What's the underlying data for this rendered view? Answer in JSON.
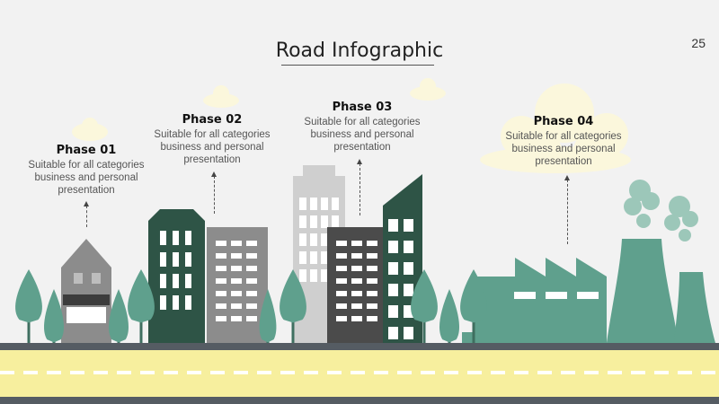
{
  "slide": {
    "title": "Road Infographic",
    "page_number": "25"
  },
  "phases": [
    {
      "title": "Phase 01",
      "description": "Suitable for all categories business and personal presentation"
    },
    {
      "title": "Phase 02",
      "description": "Suitable for all categories business and personal presentation"
    },
    {
      "title": "Phase 03",
      "description": "Suitable for all categories business and personal presentation"
    },
    {
      "title": "Phase 04",
      "description": "Suitable for all categories business and personal presentation"
    }
  ],
  "colors": {
    "background": "#f2f2f2",
    "dark_green": "#2e5446",
    "teal": "#5fa08d",
    "gray": "#8c8c8c",
    "light_gray": "#cfcfcf",
    "dark_gray": "#4b4b4b",
    "road": "#f7ef9e",
    "road_edge": "#555c63",
    "cloud": "#fbf7dc"
  }
}
